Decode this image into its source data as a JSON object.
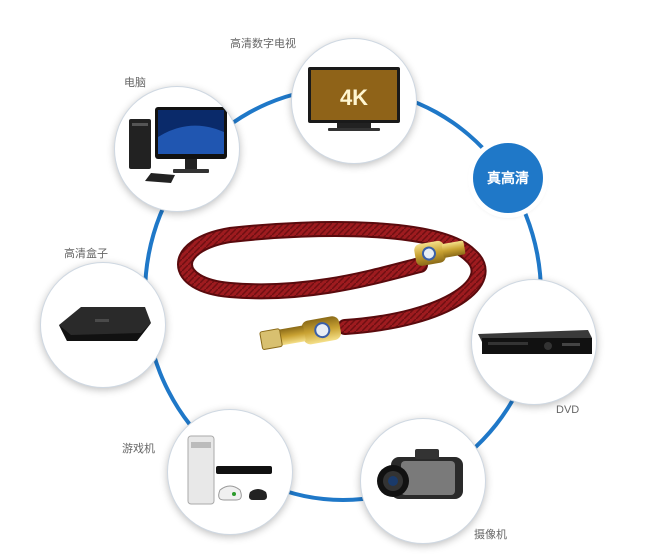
{
  "center": {
    "badge": "真高清"
  },
  "devices": {
    "tv": {
      "label": "高清数字电视",
      "screen_text": "4K"
    },
    "pc": {
      "label": "电脑"
    },
    "settop": {
      "label": "高清盒子"
    },
    "dvd": {
      "label": "DVD"
    },
    "console": {
      "label": "游戏机"
    },
    "camcorder": {
      "label": "摄像机"
    }
  },
  "colors": {
    "ring": "#1f78c8",
    "cable": "#9e1b1f",
    "connector": "#d4b24a"
  }
}
